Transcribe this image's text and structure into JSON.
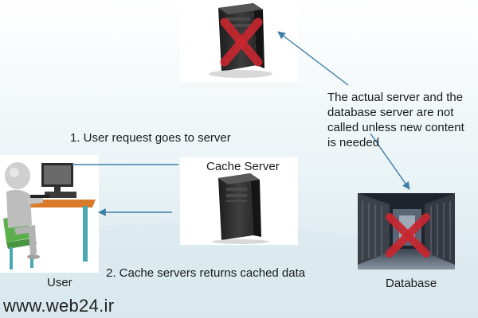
{
  "note": {
    "lines": [
      "The actual server and the",
      "database server are not",
      "called unless new content",
      "is needed"
    ]
  },
  "steps": {
    "request": "1. User request goes to server",
    "response": "2. Cache servers returns cached data"
  },
  "labels": {
    "cache_server": "Cache Server",
    "user": "User",
    "database": "Database"
  },
  "watermark": "www.web24.ir",
  "colors": {
    "background": "#e8f1f4",
    "arrow": "#3e7ea8",
    "cross": "#c8262f",
    "server_body": "#2c2c2c"
  },
  "icons": {
    "top_server": "server-tower-crossed-icon",
    "cache_server": "server-tower-icon",
    "user": "user-at-computer-icon",
    "database": "datacenter-crossed-icon"
  }
}
